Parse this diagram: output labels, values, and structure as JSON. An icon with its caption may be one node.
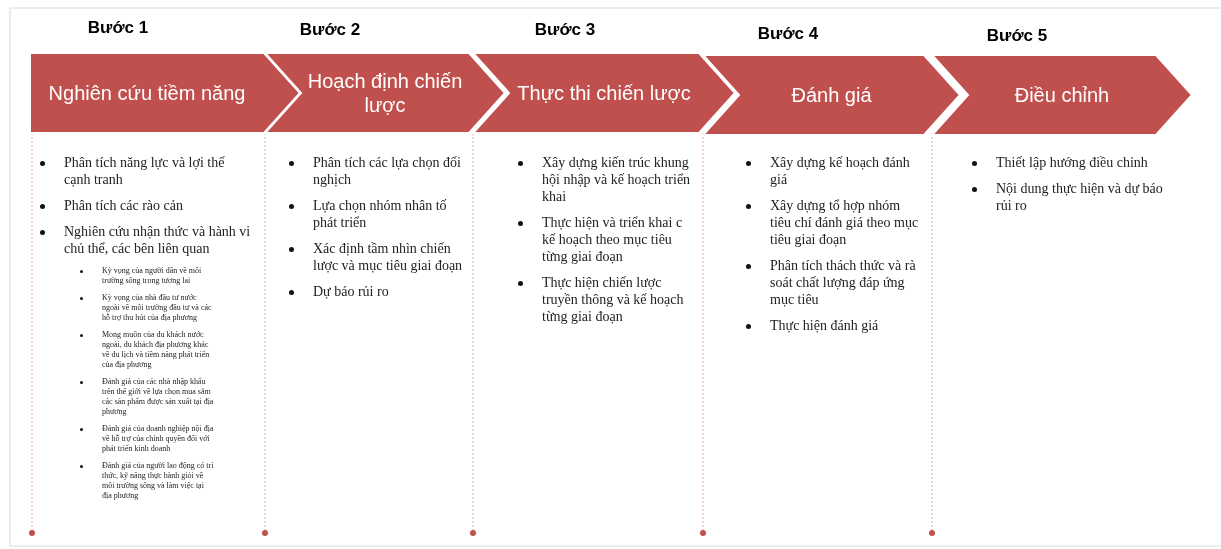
{
  "diagram": {
    "nodes": [
      {
        "text": [
          "Nghiên cứu tiềm năng"
        ],
        "beside": [
          "Bước 1"
        ]
      },
      {
        "text": [
          "Hoạch định chiến lược"
        ],
        "beside": [
          "Bước 2"
        ]
      },
      {
        "text": [
          "Thực thi chiến lược"
        ],
        "beside": [
          "Bước 3"
        ]
      },
      {
        "text": [
          "Đánh giá"
        ],
        "beside": [
          "Bước 4"
        ]
      },
      {
        "text": [
          "Điều chỉnh"
        ],
        "beside": [
          "Bước 5"
        ]
      }
    ],
    "labels": [
      "Phân tích năng lực và lợi thế cạnh tranh",
      "Phân tích các rào cản",
      "Nghiên cứu nhận thức và hành vi chủ thể, các bên liên quan",
      "Kỳ vọng của người dân về môi trường sống trong tương lai",
      "Kỳ vọng của nhà đầu tư nước ngoài về môi trường đầu tư và các hỗ trợ thu hút của địa phương",
      "Mong muốn của du khách nước ngoài, du khách địa phương khác về du lịch và tiềm năng phát triển của địa phương",
      "Đánh giá của các nhà nhập khẩu trên thế giới về lựa chọn mua sắm các sản phẩm được sản xuất tại địa phương",
      "Đánh giá của doanh nghiệp nội địa về hỗ trợ của chính quyền đối với phát triển kinh doanh",
      "Đánh giá của người lao động có trí thức, kỹ năng thực hành giỏi về môi trường sống và làm việc tại địa phương",
      "Phân tích các lựa chọn đối nghịch",
      "Lựa chọn nhóm nhân tố phát triển",
      "Xác định tầm nhìn chiến lược và mục tiêu giai đoạn",
      "Dự báo rủi ro",
      "Xây dựng kiến trúc khung hội nhập và kế hoạch triển khai",
      "Thực hiện và triển khai c kế hoạch theo mục tiêu từng giai đoạn",
      "Thực hiện chiến lược truyền thông và kế hoạch từng giai đoạn",
      "Xây dựng kế hoạch đánh giá",
      "Xây dựng tổ hợp nhóm tiêu chí đánh giá theo mục tiêu giai đoạn",
      "Phân tích thách thức và rà soát chất lượng đáp ứng mục tiêu",
      "Thực hiện đánh giá",
      "Thiết lập hướng điều chỉnh",
      "Nội dung thực hiện và dự báo rủi ro"
    ]
  }
}
